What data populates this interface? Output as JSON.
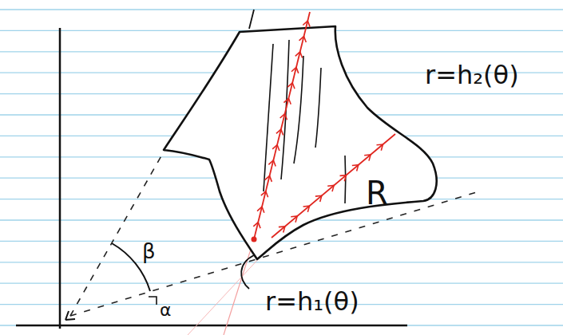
{
  "diagram": {
    "labels": [
      "r=h₂(θ)",
      "R",
      "r=h₁(θ)",
      "β",
      "α"
    ]
  }
}
